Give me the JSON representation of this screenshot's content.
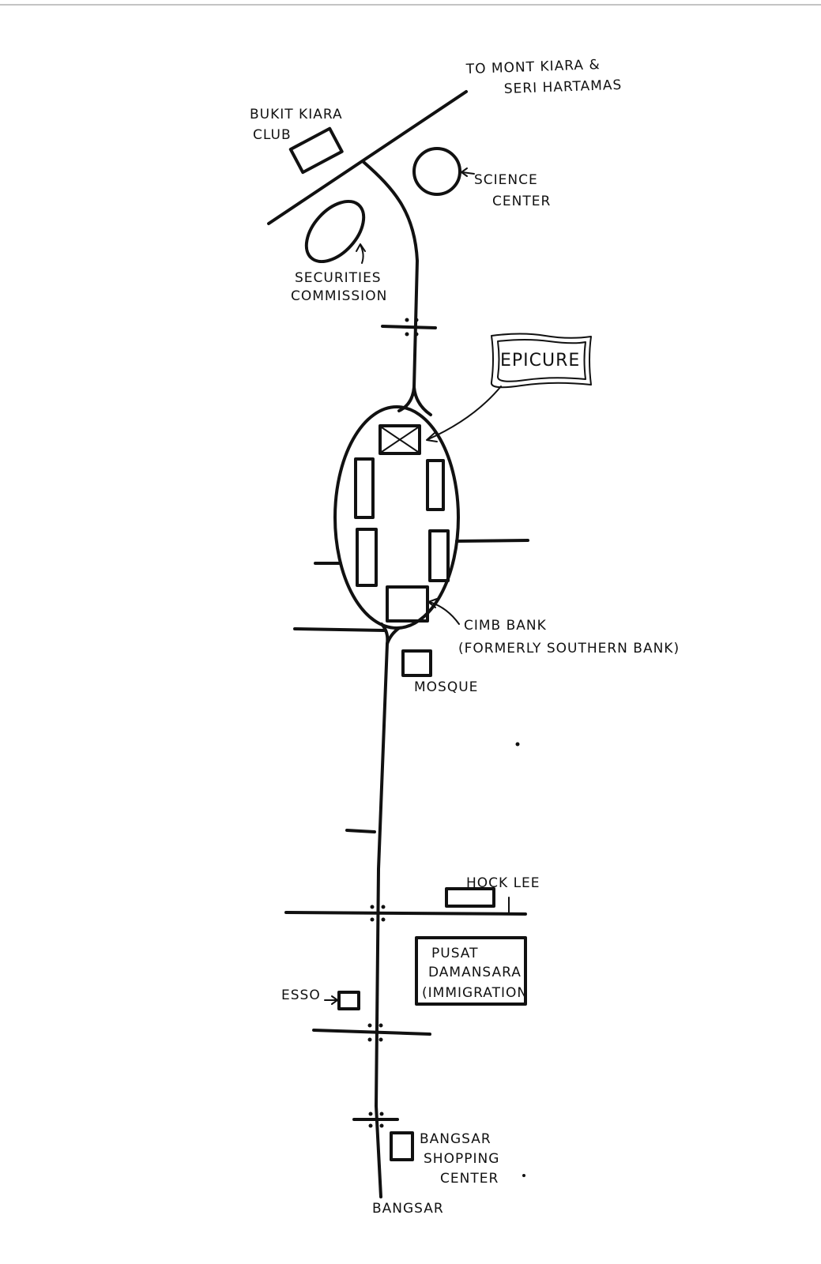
{
  "labels": {
    "mont_kiara_line1": "TO MONT KIARA &",
    "mont_kiara_line2": "SERI HARTAMAS",
    "bukit_kiara_line1": "BUKIT KIARA",
    "bukit_kiara_line2": "CLUB",
    "science_line1": "SCIENCE",
    "science_line2": "CENTER",
    "securities_line1": "SECURITIES",
    "securities_line2": "COMMISSION",
    "epicure": "EPICURE",
    "cimb_line1": "CIMB BANK",
    "cimb_line2": "(FORMERLY SOUTHERN BANK)",
    "mosque": "MOSQUE",
    "hock_lee": "HOCK LEE",
    "pusat_line1": "PUSAT",
    "pusat_line2": "DAMANSARA",
    "pusat_line3": "(IMMIGRATION",
    "esso": "ESSO",
    "bangsar_sc_line1": "BANGSAR",
    "bangsar_sc_line2": "SHOPPING",
    "bangsar_sc_line3": "CENTER",
    "bangsar": "BANGSAR"
  },
  "colors": {
    "ink": "#111111",
    "paper": "#ffffff"
  }
}
